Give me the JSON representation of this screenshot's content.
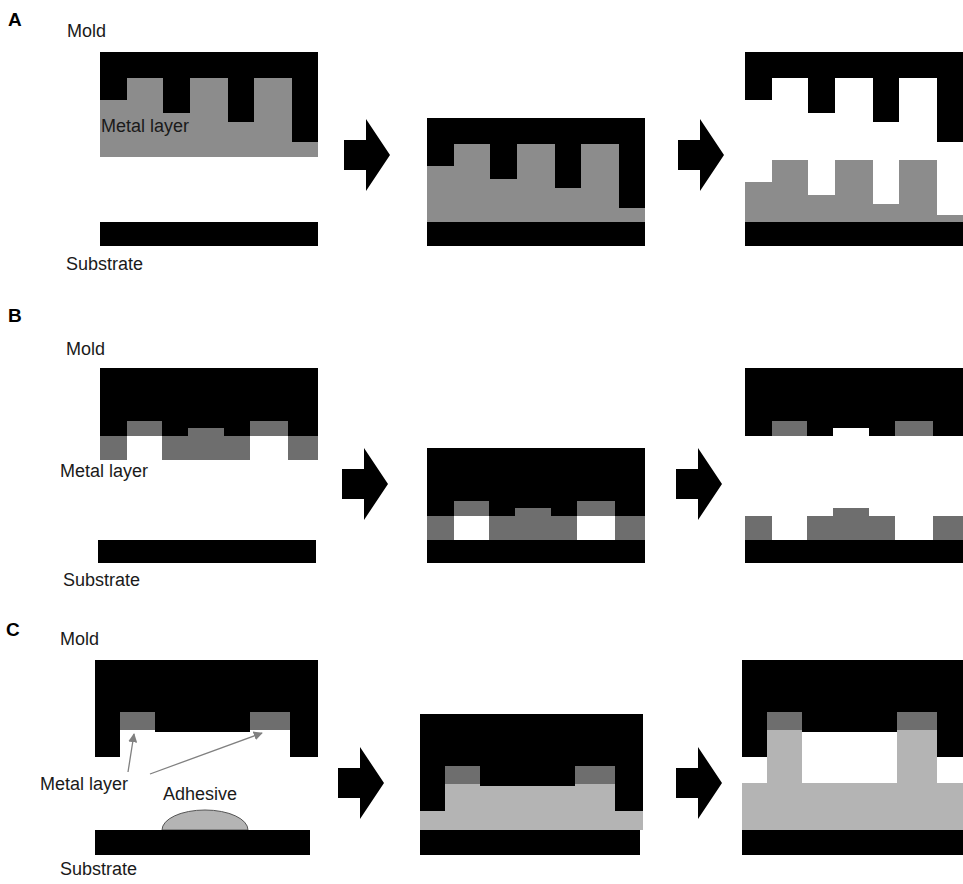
{
  "diagram": {
    "labels": [
      "A",
      "Mold",
      "Metal layer",
      "Substrate",
      "B",
      "Mold",
      "Metal layer",
      "Substrate",
      "C",
      "Mold",
      "Metal layer",
      "Adhesive",
      "Substrate"
    ]
  }
}
